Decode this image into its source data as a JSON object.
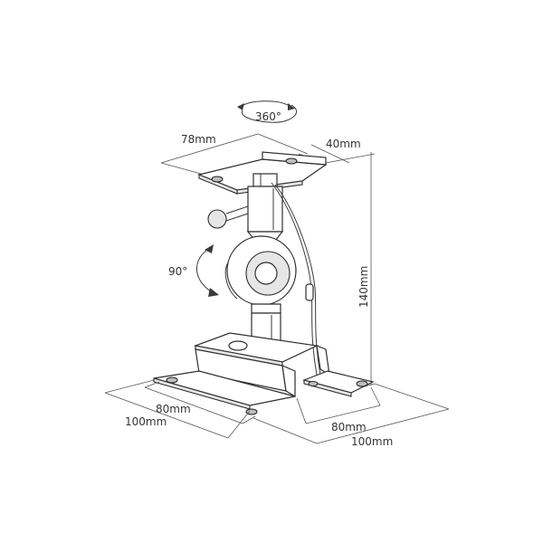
{
  "dimensions": {
    "rotation_top": "360°",
    "rotation_side": "90°",
    "top_width": "78mm",
    "top_depth": "40mm",
    "height": "140mm",
    "base_inner_left": "80mm",
    "base_outer_left": "100mm",
    "base_inner_right": "80mm",
    "base_outer_right": "100mm"
  },
  "colors": {
    "line": "#3a3a3a",
    "text": "#333333",
    "background": "#ffffff"
  }
}
